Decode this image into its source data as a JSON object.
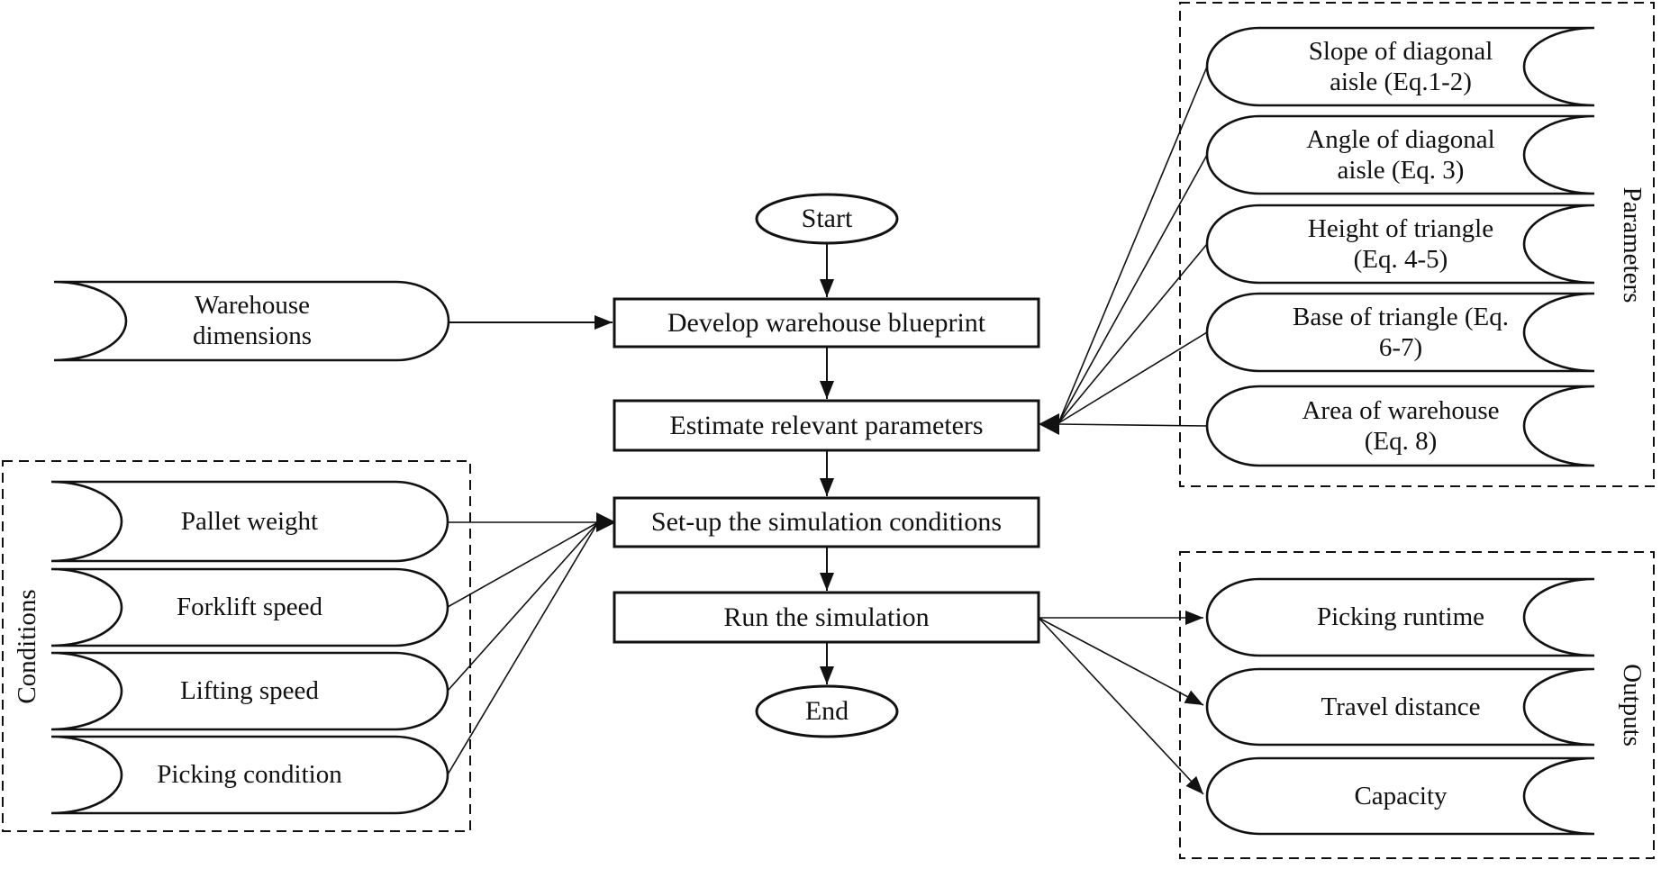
{
  "flow": {
    "start": "Start",
    "steps": [
      "Develop warehouse blueprint",
      "Estimate relevant parameters",
      "Set-up the simulation conditions",
      "Run the simulation"
    ],
    "end": "End"
  },
  "inputs": {
    "warehouse_dimensions": "Warehouse\ndimensions"
  },
  "conditions": {
    "label": "Conditions",
    "items": [
      "Pallet weight",
      "Forklift speed",
      "Lifting speed",
      "Picking condition"
    ]
  },
  "parameters": {
    "label": "Parameters",
    "items": [
      "Slope of diagonal\naisle (Eq.1-2)",
      "Angle of diagonal\naisle (Eq. 3)",
      "Height of triangle\n(Eq. 4-5)",
      "Base of triangle (Eq.\n6-7)",
      "Area of warehouse\n(Eq. 8)"
    ]
  },
  "outputs": {
    "label": "Outputs",
    "items": [
      "Picking runtime",
      "Travel distance",
      "Capacity"
    ]
  },
  "colors": {
    "stroke": "#111111",
    "background": "#ffffff"
  }
}
